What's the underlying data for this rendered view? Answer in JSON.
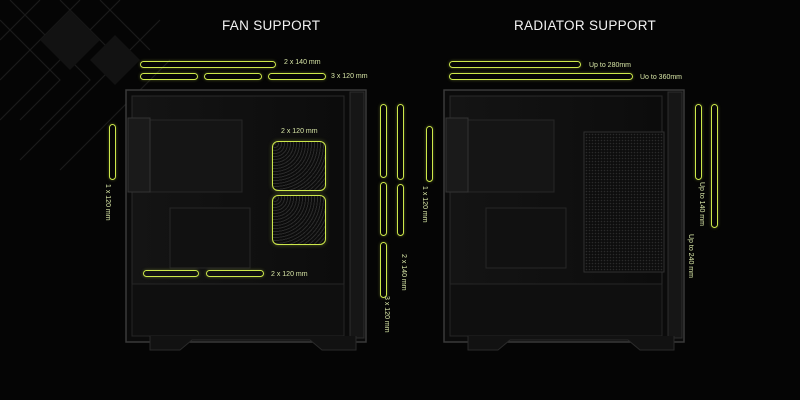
{
  "colors": {
    "accent": "#cde84a",
    "label": "#d8e6a6",
    "background": "#050505",
    "title": "#f2f2f2"
  },
  "fan_support": {
    "title": "FAN SUPPORT",
    "top_140": "2 x 140 mm",
    "top_120": "3 x 120 mm",
    "front_area": "2 x 120 mm",
    "bottom": "2 x 120 mm",
    "rear": "1 x 120 mm",
    "front_140": "2 x 140 mm",
    "front_120": "3 x 120 mm"
  },
  "radiator_support": {
    "title": "RADIATOR SUPPORT",
    "top_280": "Up to 280mm",
    "top_360": "Uo to 360mm",
    "rear": "1 x 120 mm",
    "front_140": "Up to 140 mm",
    "front_240": "Up to 240 mm"
  }
}
